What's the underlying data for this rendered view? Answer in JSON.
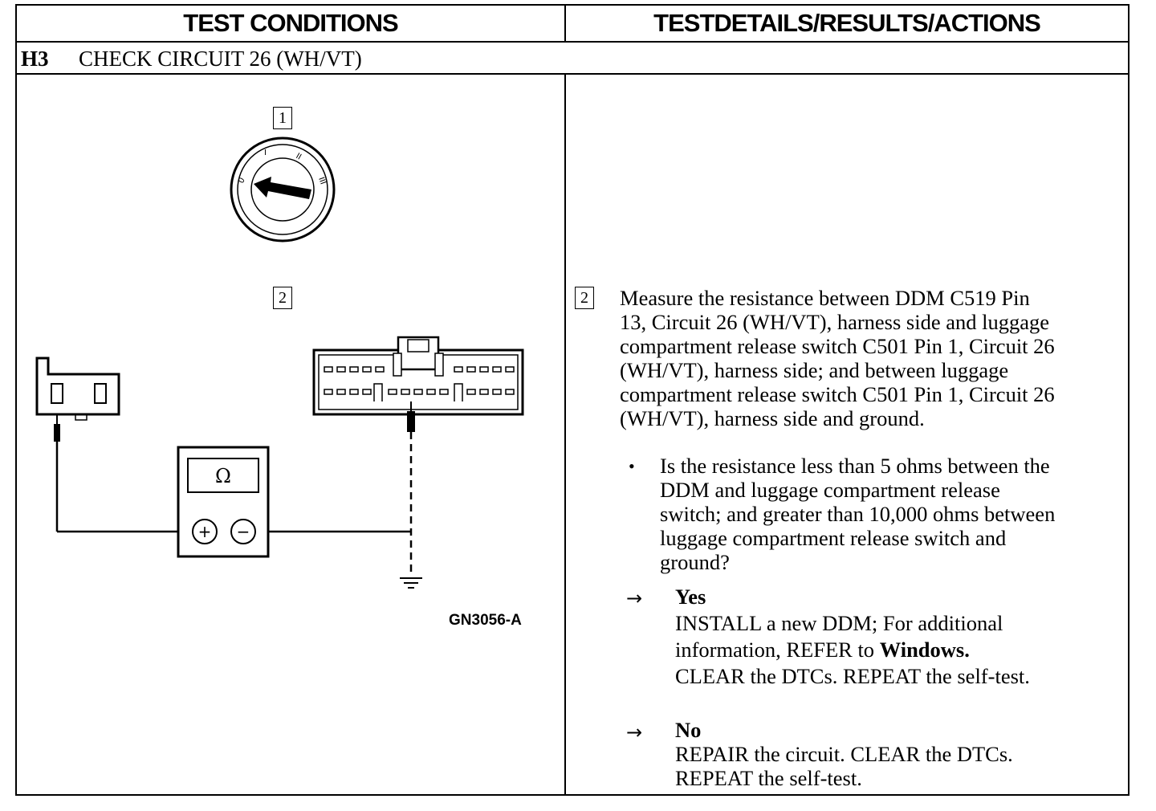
{
  "header": {
    "left_title": "TEST CONDITIONS",
    "right_title": "TESTDETAILS/RESULTS/ACTIONS"
  },
  "step": {
    "code": "H3",
    "title": "CHECK CIRCUIT 26 (WH/VT)"
  },
  "diagram": {
    "step1_label": "1",
    "step2_label": "2",
    "meter_symbol": "Ω",
    "plus_symbol": "+",
    "minus_symbol": "−",
    "figure_code": "GN3056-A",
    "icons": [
      "ignition-switch-icon",
      "connector-c501-icon",
      "connector-c519-icon",
      "ohmmeter-icon",
      "ground-icon"
    ]
  },
  "details": {
    "step_number": "2",
    "instruction_lines": [
      "Measure the resistance between DDM C519 Pin",
      "13, Circuit 26 (WH/VT), harness side and luggage",
      "compartment release switch C501 Pin 1, Circuit 26",
      "(WH/VT), harness side; and between luggage",
      "compartment release switch C501 Pin 1, Circuit 26",
      "(WH/VT),  harness side and ground."
    ],
    "bullet": "•",
    "question_lines": [
      "Is the resistance less than 5 ohms between the",
      "DDM and luggage compartment release",
      "switch; and greater than 10,000 ohms between",
      "luggage compartment release switch and",
      "ground?"
    ],
    "arrow": "→",
    "yes": {
      "label": "Yes",
      "line1": "INSTALL a new DDM; For additional",
      "line2_a": "information,  REFER to ",
      "line2_b": "Windows.",
      "line3": "CLEAR the DTCs. REPEAT  the self-test."
    },
    "no": {
      "label": "No",
      "line1": "REPAIR the circuit. CLEAR the DTCs.",
      "line2": "REPEAT the self-test."
    }
  }
}
